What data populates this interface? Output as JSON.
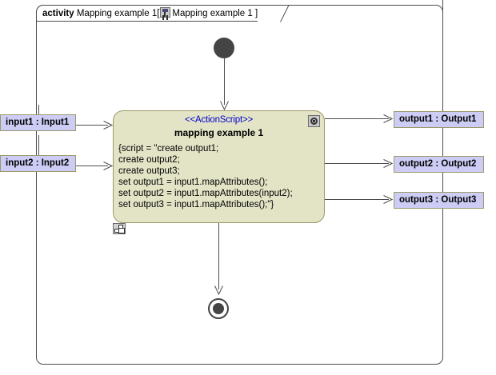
{
  "diagram": {
    "type": "uml-activity-diagram",
    "frame": {
      "keyword": "activity",
      "name": "Mapping example 1",
      "bracket_open": "[",
      "bracket_close": "]",
      "diagram_ref": "Mapping example 1",
      "icon": "activity-diagram-icon"
    },
    "action_node": {
      "stereotype": "<<ActionScript>>",
      "name": "mapping example 1",
      "script_lines": [
        "{script = \"create output1;",
        "create output2;",
        "create output3;",
        "set output1 = input1.mapAttributes();",
        "set output2 = input1.mapAttributes(input2);",
        "set output3 = input1.mapAttributes();\"}"
      ],
      "badge_icon": "behavior-badge-icon",
      "rake_icon": "decomposition-rake-icon",
      "fill_color": "#e3e4c6",
      "border_color": "#9a9a6a",
      "stereotype_color": "#0000cc"
    },
    "input_pins": [
      {
        "label": "input1 : Input1"
      },
      {
        "label": "input2 : Input2"
      }
    ],
    "output_pins": [
      {
        "label": "output1 : Output1"
      },
      {
        "label": "output2 : Output2"
      },
      {
        "label": "output3 : Output3"
      }
    ],
    "initial_node": {
      "name": "initial-node"
    },
    "final_node": {
      "name": "activity-final-node"
    },
    "colors": {
      "pin_fill": "#ccccf5",
      "pin_border": "#9a9a6a",
      "line": "#4d4d4d",
      "node_dark": "#444444",
      "background": "#ffffff"
    }
  }
}
